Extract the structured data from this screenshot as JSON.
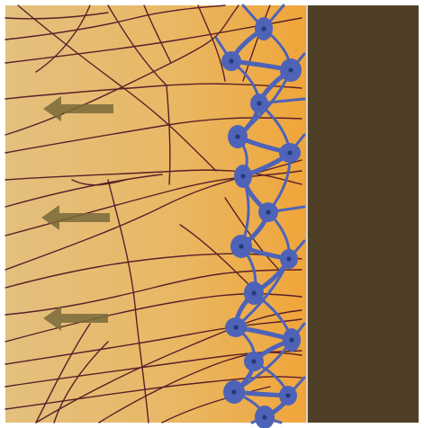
{
  "colors": {
    "background": "#ffffff",
    "tissue_light": "#e3c07e",
    "tissue_mid": "#e8b865",
    "tissue_edge": "#f0a53a",
    "dark_layer": "#4f3f27",
    "border_line": "#d9d2c4",
    "fibers": "#5a1f2a",
    "cells": "#4e63b8",
    "nuclei": "#243a78",
    "arrows": "#7a6a3a"
  },
  "arrows": {
    "count": 3,
    "direction": "left",
    "icon": "arrow-left-icon"
  },
  "cells": {
    "count": 17,
    "icon": "cell-icon"
  }
}
